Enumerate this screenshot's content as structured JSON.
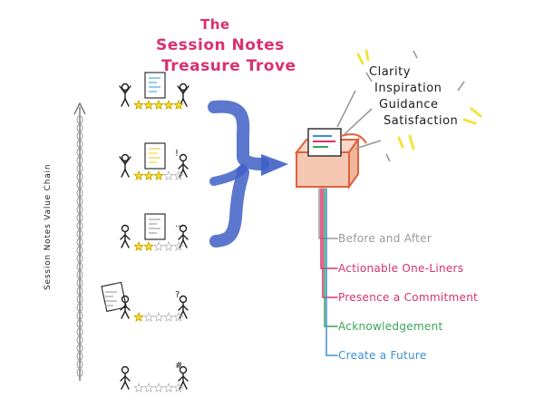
{
  "title": {
    "line1": "The",
    "line2": "Session Notes",
    "line3": "Treasure Trove"
  },
  "axis": {
    "label": "Session Notes Value Chain"
  },
  "outcomes": [
    "Clarity",
    "Inspiration",
    "Guidance",
    "Satisfaction"
  ],
  "ingredients": [
    {
      "label": "Before and After",
      "color": "#9a9a9a"
    },
    {
      "label": "Actionable One-Liners",
      "color": "#d9306f"
    },
    {
      "label": "Presence a Commitment",
      "color": "#d9306f"
    },
    {
      "label": "Acknowledgement",
      "color": "#3aa45a"
    },
    {
      "label": "Create a Future",
      "color": "#3a8fd6"
    }
  ],
  "levels": [
    {
      "stars": 5,
      "of": 5,
      "annotation": ""
    },
    {
      "stars": 3,
      "of": 5,
      "annotation": "!"
    },
    {
      "stars": 2,
      "of": 5,
      "annotation": "..."
    },
    {
      "stars": 1,
      "of": 5,
      "annotation": "?"
    },
    {
      "stars": 0,
      "of": 5,
      "annotation": "#"
    }
  ],
  "colors": {
    "title": "#d9306f",
    "arrow": "#3f5fc6",
    "chest": "#e0603a",
    "star": "#f3dc3a",
    "chain": "#9a9a9a",
    "burst": "#f2e43a"
  }
}
